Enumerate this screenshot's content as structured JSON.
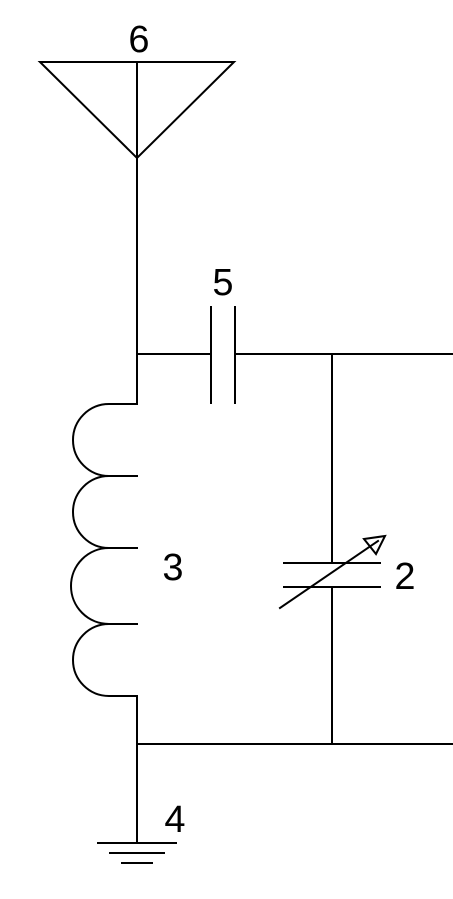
{
  "labels": {
    "antenna": "6",
    "coupling_capacitor": "5",
    "inductor": "3",
    "variable_capacitor": "2",
    "ground": "4"
  },
  "colors": {
    "line": "#000000",
    "background": "#ffffff"
  }
}
